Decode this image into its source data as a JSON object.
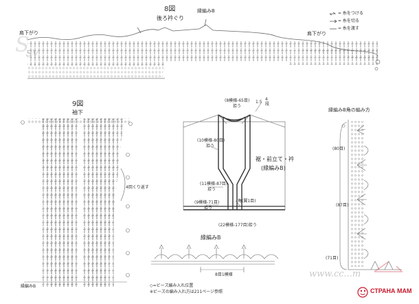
{
  "fig8": {
    "title": "8図",
    "subtitle": "後ろ衿ぐり",
    "pattern_b": "縁編みB",
    "shoulder_left": "肩下がり",
    "shoulder_right": "肩下がり"
  },
  "legend": {
    "attach": "= 糸をつける",
    "cut": "= 糸を切る",
    "pass": "= 糸を渡す"
  },
  "fig9": {
    "title": "9図",
    "subtitle": "袖下",
    "repeat_note": "4回くり返す",
    "pattern_b": "縁編みB"
  },
  "body_diagram": {
    "neck": "(8模様-65目)",
    "neck_pick": "拾う",
    "size_a": "1.5",
    "size_b": "4",
    "size_b2": "段",
    "front_mid": "(10模様-80目)",
    "front_mid_pick": "拾う",
    "front_low": "(11模様-87目)",
    "front_low_pick": "拾う",
    "hem_side": "(9模様-71目)",
    "hem_side_pick": "拾う",
    "corner": "角(翼1目)",
    "hem": "(22模様-177目)拾う",
    "center_1": "裾・前立て・衿",
    "center_2": "(縁編みB)"
  },
  "corner_detail": {
    "title": "縁編みB角の編み方",
    "c80": "(80目)",
    "c87": "(87目)",
    "c71": "(71目)"
  },
  "edging_b": {
    "title": "縁編みB",
    "unit": "8目1模様"
  },
  "notes": {
    "bead": "◇=ビーズ編み入れ位置",
    "ref": "※ビーズの編み入れ方は211ページ参照"
  },
  "watermarks": {
    "left": "SV",
    "bottom": "www.cc...m",
    "url": "СТРАНА МАМ"
  },
  "colors": {
    "line": "#555555",
    "faint": "#9a9a9a",
    "watermark_red": "#c8182a"
  }
}
